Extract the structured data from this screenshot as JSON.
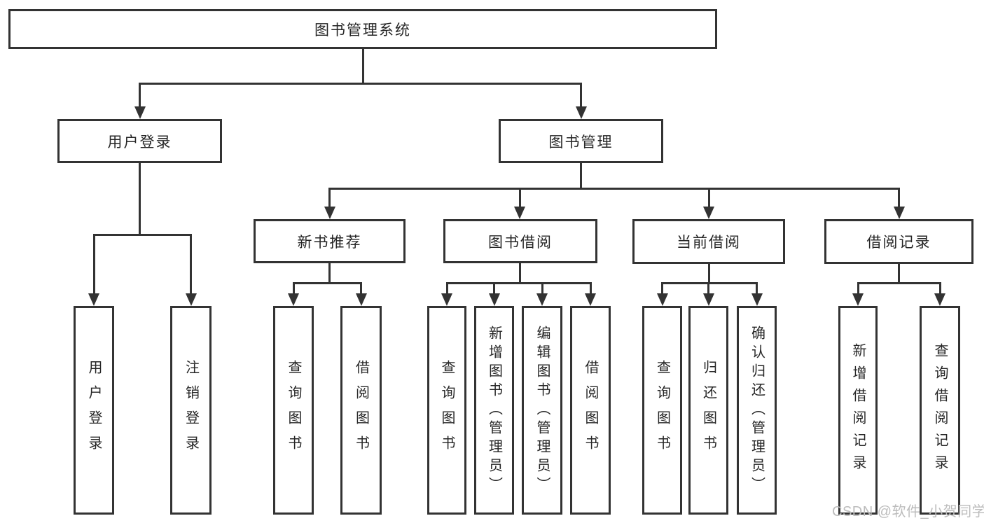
{
  "diagram": {
    "root": {
      "label": "图书管理系统"
    },
    "branches": [
      {
        "label": "用户登录",
        "children": [
          {
            "label": "用户登录"
          },
          {
            "label": "注销登录"
          }
        ]
      },
      {
        "label": "图书管理",
        "children": [
          {
            "label": "新书推荐",
            "children": [
              {
                "label": "查询图书"
              },
              {
                "label": "借阅图书"
              }
            ]
          },
          {
            "label": "图书借阅",
            "children": [
              {
                "label": "查询图书"
              },
              {
                "label": "新增图书（管理员）"
              },
              {
                "label": "编辑图书（管理员）"
              },
              {
                "label": "借阅图书"
              }
            ]
          },
          {
            "label": "当前借阅",
            "children": [
              {
                "label": "查询图书"
              },
              {
                "label": "归还图书"
              },
              {
                "label": "确认归还（管理员）"
              }
            ]
          },
          {
            "label": "借阅记录",
            "children": [
              {
                "label": "新增借阅记录"
              },
              {
                "label": "查询借阅记录"
              }
            ]
          }
        ]
      }
    ]
  },
  "watermark": {
    "text": "CSDN @软件_小贺同学"
  },
  "colors": {
    "line": "#333333",
    "box_border": "#333333",
    "box_fill": "#ffffff",
    "text": "#262626",
    "watermark": "#bcbcbc",
    "background": "#ffffff"
  }
}
